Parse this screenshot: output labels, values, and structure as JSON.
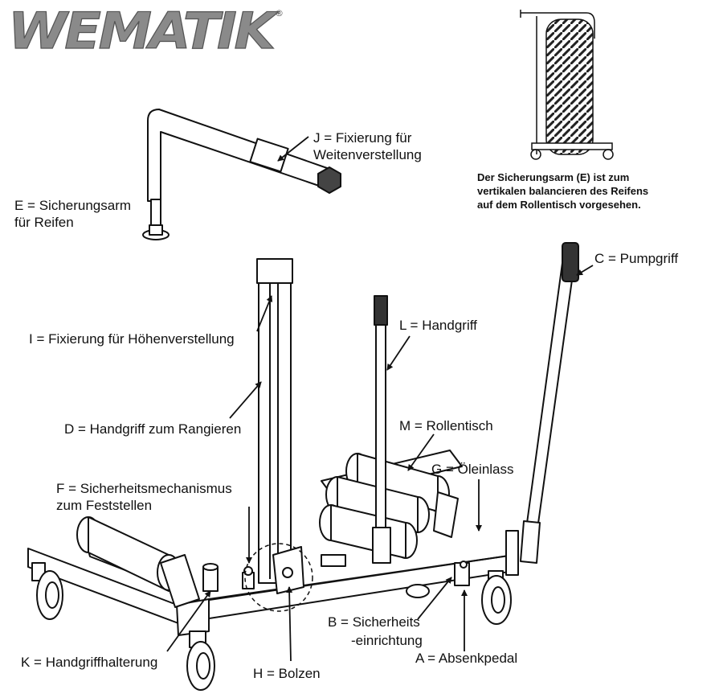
{
  "brand": {
    "name": "WEMATIK",
    "registered": "®",
    "color": "#8a8a8a"
  },
  "labels": {
    "J": [
      "J = Fixierung für",
      "Weitenverstellung"
    ],
    "E": [
      "E = Sicherungsarm",
      "für Reifen"
    ],
    "C": [
      "C = Pumpgriff"
    ],
    "L": [
      "L = Handgriff"
    ],
    "I": [
      "I = Fixierung für Höhenverstellung"
    ],
    "D": [
      "D = Handgriff zum Rangieren"
    ],
    "M": [
      "M = Rollentisch"
    ],
    "G": [
      "G = Öleinlass"
    ],
    "F": [
      "F = Sicherheitsmechanismus",
      "zum Feststellen"
    ],
    "B": [
      "B = Sicherheits",
      "-einrichtung"
    ],
    "A": [
      "A = Absenkpedal"
    ],
    "K": [
      "K = Handgriffhalterung"
    ],
    "H": [
      "H = Bolzen"
    ]
  },
  "note": [
    "Der Sicherungsarm (E) ist zum",
    "vertikalen balancieren des Reifens",
    "auf dem Rollentisch vorgesehen."
  ]
}
